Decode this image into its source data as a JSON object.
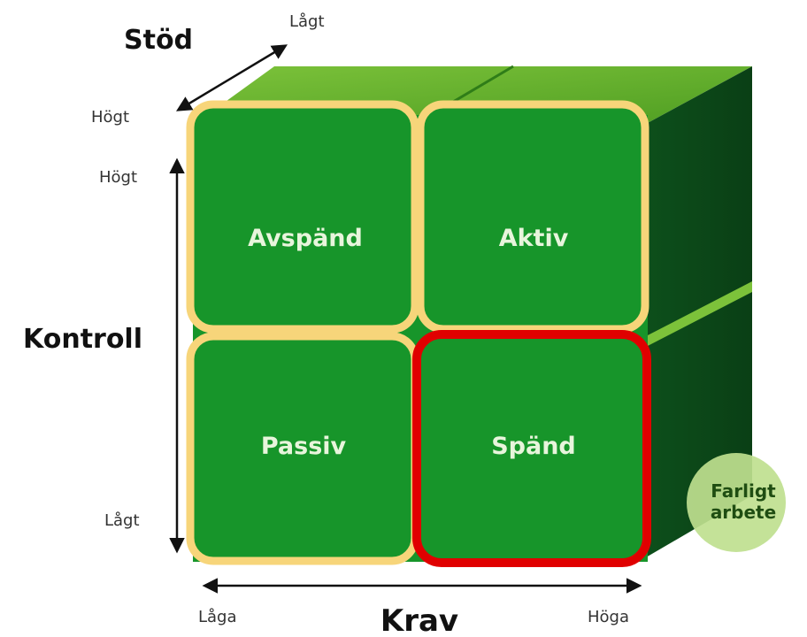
{
  "labels": {
    "stod": "Stöd",
    "stod_low": "Lågt",
    "stod_high": "Högt",
    "kontroll": "Kontroll",
    "kontroll_high": "Högt",
    "kontroll_low": "Lågt",
    "krav": "Krav",
    "krav_low": "Låga",
    "krav_high": "Höga"
  },
  "quadrants": {
    "top_left": "Avspänd",
    "top_right": "Aktiv",
    "bottom_left": "Passiv",
    "bottom_right": "Spänd"
  },
  "badge": {
    "line1": "Farligt",
    "line2": "arbete"
  },
  "colors": {
    "front_face": "#17952a",
    "top_face": "#6cb52e",
    "side_face": "#0f5a1f",
    "highlight_outline": "#f7d57a",
    "danger_outline": "#e00000",
    "badge_fill": "#bfe08f"
  }
}
